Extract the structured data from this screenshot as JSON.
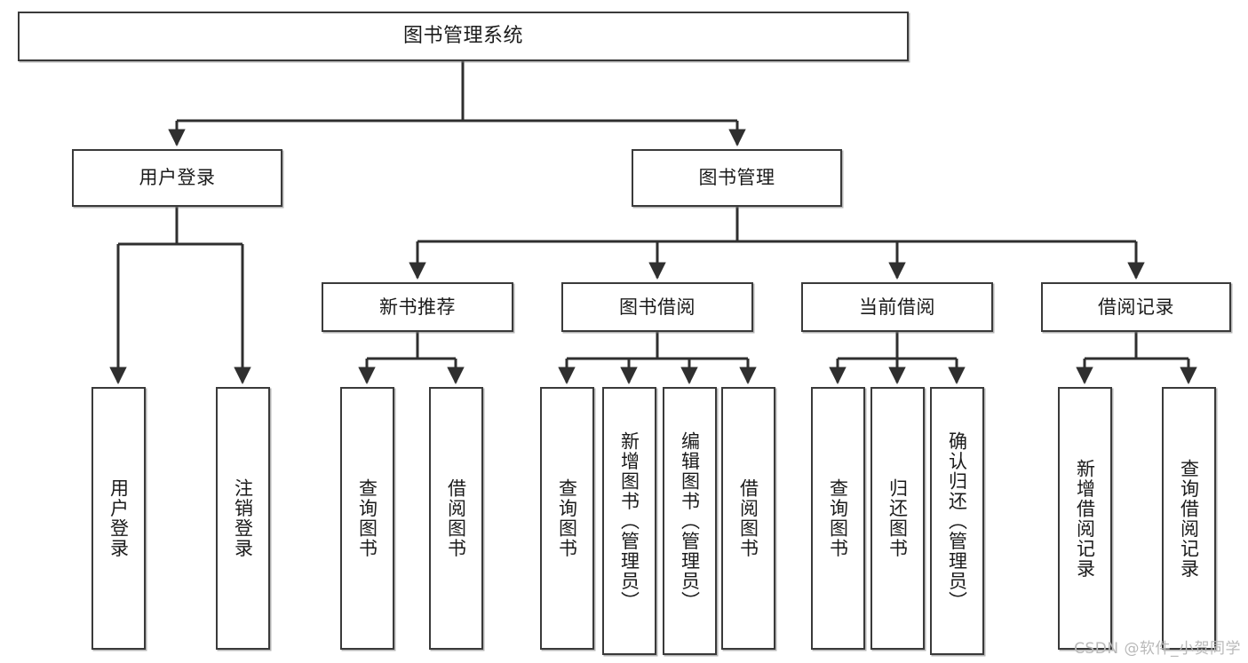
{
  "diagram": {
    "type": "tree",
    "title": "图书管理系统",
    "watermark": "CSDN @软件_小贺同学",
    "colors": {
      "box_border": "#3a3a3a",
      "box_fill": "#ffffff",
      "edge": "#2f2f2f",
      "text": "#1b1b1b",
      "watermark": "#b9b9b9"
    },
    "nodes": {
      "root": {
        "label": "图书管理系统",
        "orientation": "horizontal"
      },
      "level2": [
        {
          "id": "user-login",
          "label": "用户登录",
          "orientation": "horizontal"
        },
        {
          "id": "book-manage",
          "label": "图书管理",
          "orientation": "horizontal"
        }
      ],
      "level3": [
        {
          "id": "new-book-recommend",
          "label": "新书推荐",
          "orientation": "horizontal"
        },
        {
          "id": "book-borrow",
          "label": "图书借阅",
          "orientation": "horizontal"
        },
        {
          "id": "current-borrow",
          "label": "当前借阅",
          "orientation": "horizontal"
        },
        {
          "id": "borrow-record",
          "label": "借阅记录",
          "orientation": "horizontal"
        }
      ],
      "leaves": [
        {
          "id": "leaf-user-login",
          "label": "用户登录",
          "parent": "user-login",
          "orientation": "vertical"
        },
        {
          "id": "leaf-logout",
          "label": "注销登录",
          "parent": "user-login",
          "orientation": "vertical"
        },
        {
          "id": "leaf-query-book-1",
          "label": "查询图书",
          "parent": "new-book-recommend",
          "orientation": "vertical"
        },
        {
          "id": "leaf-borrow-book-1",
          "label": "借阅图书",
          "parent": "new-book-recommend",
          "orientation": "vertical"
        },
        {
          "id": "leaf-query-book-2",
          "label": "查询图书",
          "parent": "book-borrow",
          "orientation": "vertical"
        },
        {
          "id": "leaf-add-book",
          "label": "新增图书（管理员）",
          "parent": "book-borrow",
          "orientation": "vertical"
        },
        {
          "id": "leaf-edit-book",
          "label": "编辑图书（管理员）",
          "parent": "book-borrow",
          "orientation": "vertical"
        },
        {
          "id": "leaf-borrow-book-2",
          "label": "借阅图书",
          "parent": "book-borrow",
          "orientation": "vertical"
        },
        {
          "id": "leaf-query-book-3",
          "label": "查询图书",
          "parent": "current-borrow",
          "orientation": "vertical"
        },
        {
          "id": "leaf-return-book",
          "label": "归还图书",
          "parent": "current-borrow",
          "orientation": "vertical"
        },
        {
          "id": "leaf-confirm-return",
          "label": "确认归还（管理员）",
          "parent": "current-borrow",
          "orientation": "vertical"
        },
        {
          "id": "leaf-add-record",
          "label": "新增借阅记录",
          "parent": "borrow-record",
          "orientation": "vertical"
        },
        {
          "id": "leaf-query-record",
          "label": "查询借阅记录",
          "parent": "borrow-record",
          "orientation": "vertical"
        }
      ]
    }
  }
}
